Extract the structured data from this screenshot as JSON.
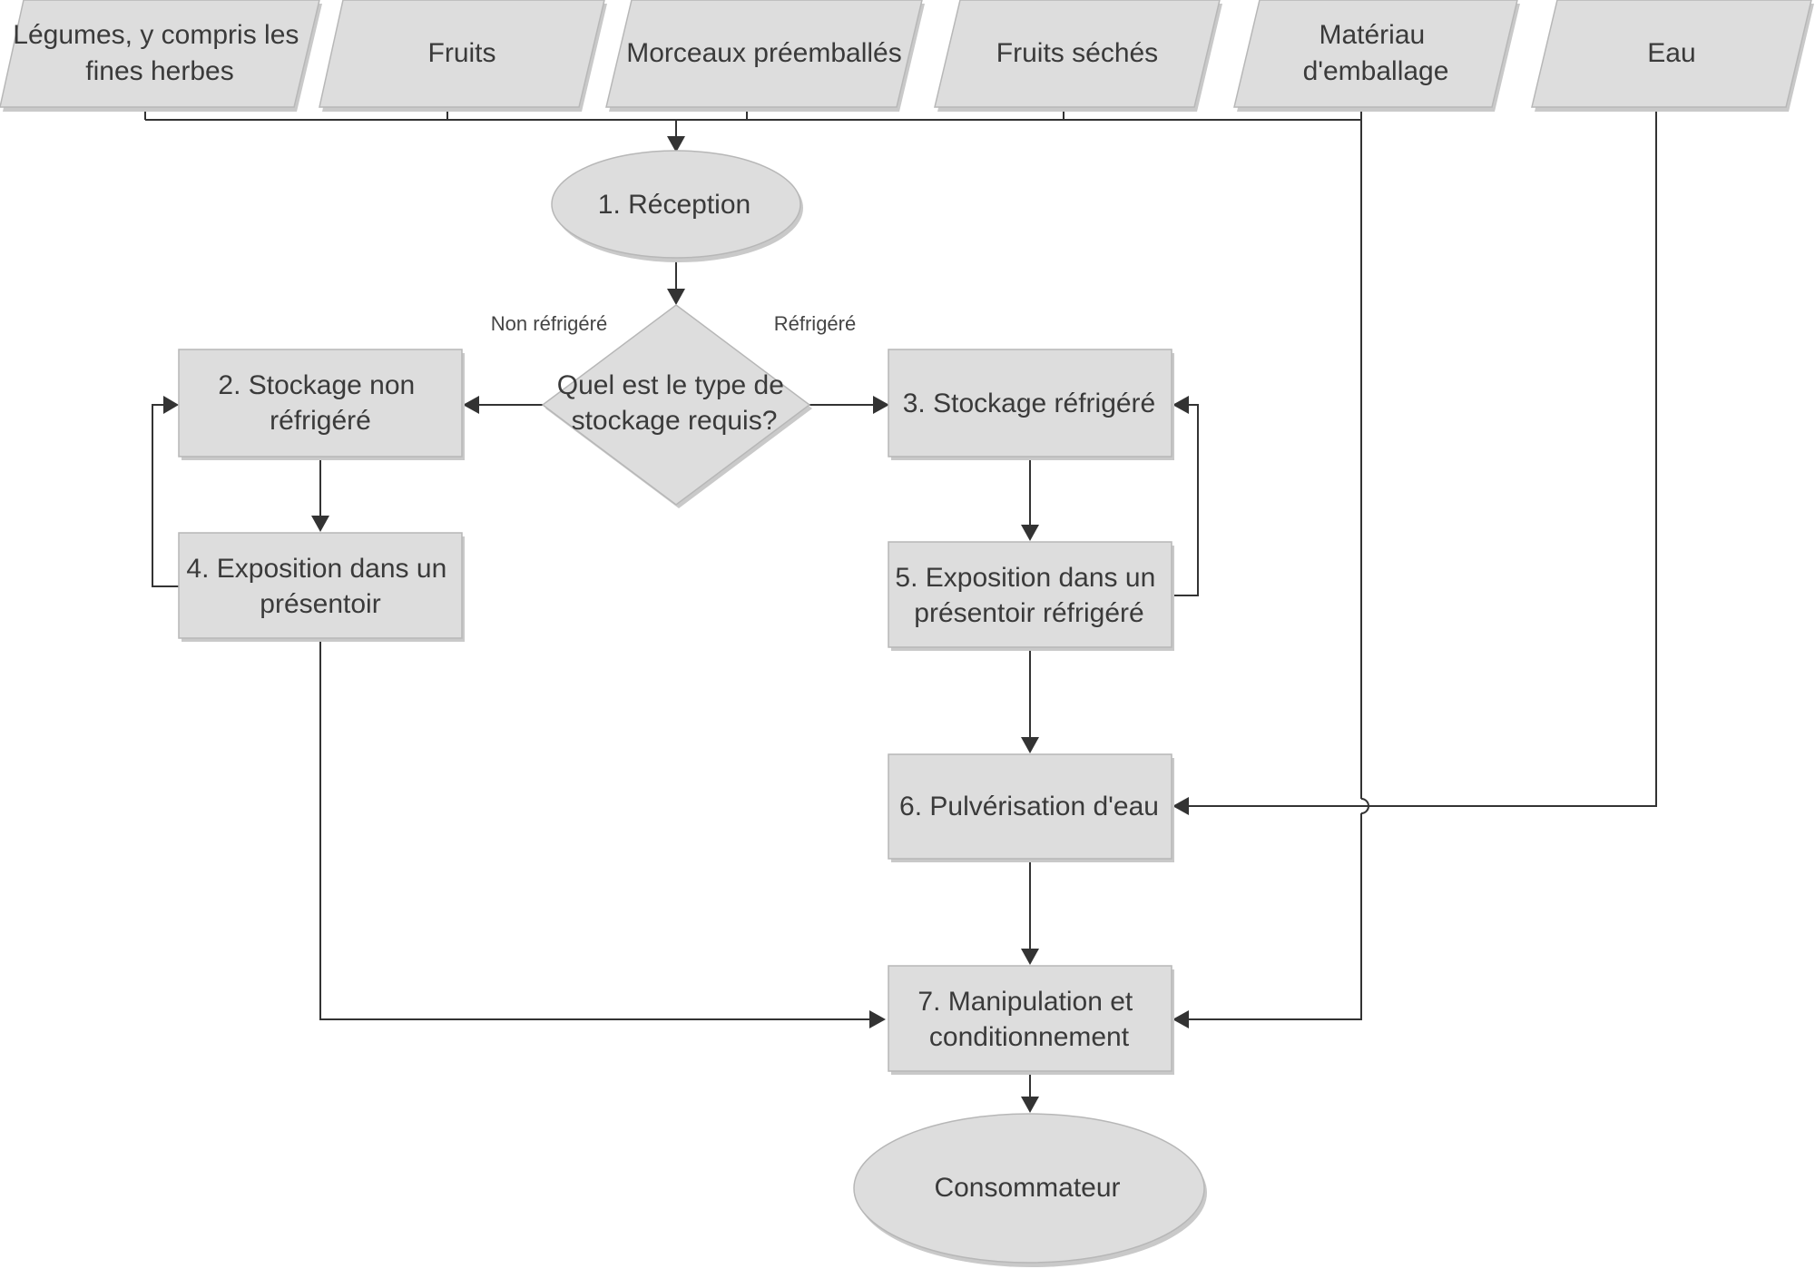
{
  "inputs": {
    "legumes": [
      "Légumes, y compris les",
      "fines herbes"
    ],
    "fruits": [
      "Fruits"
    ],
    "morceaux": [
      "Morceaux préemballés"
    ],
    "fruits_seches": [
      "Fruits séchés"
    ],
    "materiau": [
      "Matériau",
      "d'emballage"
    ],
    "eau": [
      "Eau"
    ]
  },
  "nodes": {
    "reception": [
      "1. Réception"
    ],
    "decision": [
      "Quel est le type de",
      "stockage requis?"
    ],
    "stockage_non_refrigere": [
      "2. Stockage non",
      "réfrigéré"
    ],
    "stockage_refrigere": [
      "3. Stockage réfrigéré"
    ],
    "exposition_presentoir": [
      "4. Exposition dans un",
      "présentoir"
    ],
    "exposition_refrigere": [
      "5. Exposition dans un",
      "présentoir réfrigéré"
    ],
    "pulverisation": [
      "6. Pulvérisation d'eau"
    ],
    "manipulation": [
      "7. Manipulation et",
      "conditionnement"
    ],
    "consommateur": [
      "Consommateur"
    ]
  },
  "edge_labels": {
    "non_refrigere": "Non réfrigéré",
    "refrigere": "Réfrigéré"
  }
}
